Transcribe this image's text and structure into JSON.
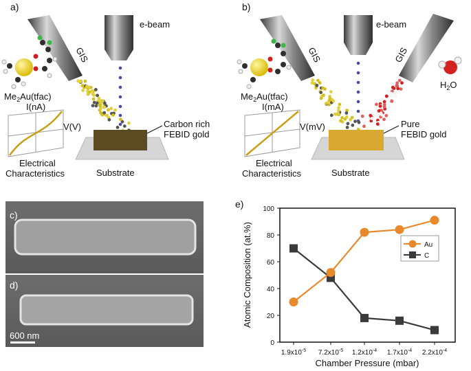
{
  "panel_a": {
    "label": "a)",
    "ebeam": "e-beam",
    "gis": "GIS",
    "precursor_pre": "Me",
    "precursor_sub": "2",
    "precursor_post": "Au(tfac)",
    "iv_current": "I(nA)",
    "iv_voltage": "V(V)",
    "deposit_line1": "Carbon rich",
    "deposit_line2": "FEBID gold",
    "elec_line1": "Electrical",
    "elec_line2": "Characteristics",
    "substrate": "Substrate"
  },
  "panel_b": {
    "label": "b)",
    "ebeam": "e-beam",
    "gis_left": "GIS",
    "gis_right": "GIS",
    "water_pre": "H",
    "water_sub": "2",
    "water_post": "O",
    "precursor_pre": "Me",
    "precursor_sub": "2",
    "precursor_post": "Au(tfac)",
    "iv_current": "I(mA)",
    "iv_voltage": "V(mV)",
    "deposit_line1": "Pure",
    "deposit_line2": "FEBID gold",
    "elec_line1": "Electrical",
    "elec_line2": "Characteristics",
    "substrate": "Substrate"
  },
  "panel_c": {
    "label": "c)"
  },
  "panel_d": {
    "label": "d)",
    "scale_bar": "600 nm"
  },
  "panel_e": {
    "label": "e)"
  },
  "colors": {
    "au": "#e8892c",
    "c": "#3a3a3a"
  },
  "chart_data": {
    "type": "line",
    "title": "",
    "xlabel": "Chamber Pressure (mbar)",
    "ylabel": "Atomic Composition (at.%)",
    "categories": [
      "1.9x10-5",
      "7.2x10-5",
      "1.2x10-4",
      "1.7x10-4",
      "2.2x10-4"
    ],
    "category_base": [
      "1.9x10",
      "7.2x10",
      "1.2x10",
      "1.7x10",
      "2.2x10"
    ],
    "category_exp": [
      "-5",
      "-5",
      "-4",
      "-4",
      "-4"
    ],
    "ylim": [
      0,
      100
    ],
    "yticks": [
      0,
      20,
      40,
      60,
      80,
      100
    ],
    "legend_position": "upper-right",
    "series": [
      {
        "name": "Au",
        "marker": "circle",
        "values": [
          30,
          52,
          82,
          84,
          91
        ]
      },
      {
        "name": "C",
        "marker": "square",
        "values": [
          70,
          48,
          18,
          16,
          9
        ]
      }
    ]
  }
}
